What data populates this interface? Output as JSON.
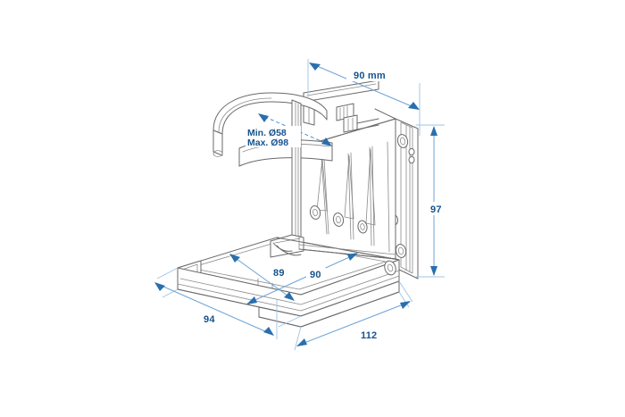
{
  "drawing": {
    "title": "Foldable cup holder technical dimension drawing",
    "background_color": "#ffffff",
    "line_color": "#6a6a6a",
    "dimension_line_color": "#6ba3d6",
    "dimension_text_color": "#15538f",
    "units_note": "mm"
  },
  "dimensions": {
    "top_width": {
      "label": "90 mm",
      "name": "top-width-dimension",
      "value": 90,
      "unit": "mm",
      "position": "top",
      "orientation": "diagonal"
    },
    "right_height": {
      "label": "97",
      "name": "right-height-dimension",
      "value": 97,
      "unit": "mm",
      "position": "right",
      "orientation": "vertical"
    },
    "base_inner_depth": {
      "label": "89",
      "name": "base-inner-depth-dimension",
      "value": 89,
      "unit": "mm",
      "position": "base-center-left",
      "orientation": "diagonal"
    },
    "base_inner_width": {
      "label": "90",
      "name": "base-inner-width-dimension",
      "value": 90,
      "unit": "mm",
      "position": "base-center-right",
      "orientation": "diagonal"
    },
    "base_left_depth": {
      "label": "94",
      "name": "base-left-depth-dimension",
      "value": 94,
      "unit": "mm",
      "position": "bottom-left",
      "orientation": "diagonal"
    },
    "base_overall_width": {
      "label": "112",
      "name": "base-overall-width-dimension",
      "value": 112,
      "unit": "mm",
      "position": "bottom-right",
      "orientation": "diagonal"
    },
    "cup_diameter_min": {
      "label": "Min. Ø58",
      "name": "cup-diameter-min-label",
      "value": 58,
      "unit": "mm"
    },
    "cup_diameter_max": {
      "label": "Max. Ø98",
      "name": "cup-diameter-max-label",
      "value": 98,
      "unit": "mm"
    }
  }
}
